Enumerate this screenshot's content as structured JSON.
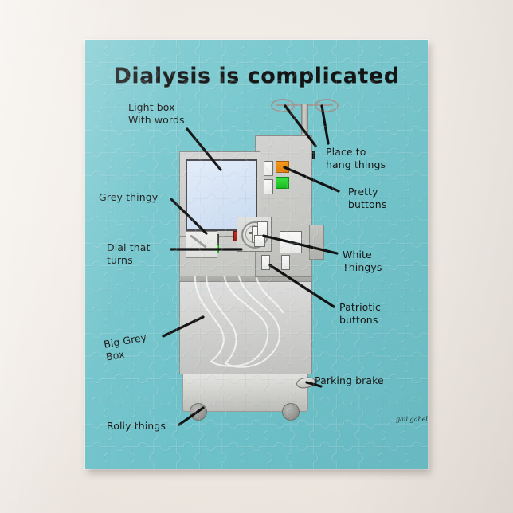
{
  "product": {
    "type": "jigsaw-puzzle",
    "background_color": "#efeae5"
  },
  "poster": {
    "background_color": "#74c6cd",
    "title": "Dialysis is complicated",
    "signature": "gail gabel",
    "subject": "dialysis machine illustration"
  },
  "labels": [
    {
      "id": "light-box",
      "text": "Light box\nWith words"
    },
    {
      "id": "grey-thingy",
      "text": "Grey thingy"
    },
    {
      "id": "dial-that-turns",
      "text": "Dial that\nturns"
    },
    {
      "id": "big-grey-box",
      "text": "Big Grey\nBox"
    },
    {
      "id": "rolly-things",
      "text": "Rolly things"
    },
    {
      "id": "place-to-hang",
      "text": "Place to\nhang things"
    },
    {
      "id": "pretty-buttons",
      "text": "Pretty\nbuttons"
    },
    {
      "id": "white-thingys",
      "text": "White\nThingys"
    },
    {
      "id": "patriotic-buttons",
      "text": "Patriotic\nbuttons"
    },
    {
      "id": "parking-brake",
      "text": "Parking brake"
    }
  ],
  "machine": {
    "screen_color": "#d4e2f4",
    "body_color": "#cfcfcd",
    "accent_colors": {
      "red_button": "#c62b24",
      "green_square": "#2fc935",
      "orange_square": "#e8860e",
      "dark_bar": "#4f4f4c"
    },
    "patriotic_buttons": [
      {
        "name": "red-port",
        "color": "#d42b22"
      },
      {
        "name": "white-port",
        "color": "#f2f2f0"
      },
      {
        "name": "blue-port",
        "color": "#1c3fd4"
      },
      {
        "name": "empty-port-1",
        "color": "#efefed"
      },
      {
        "name": "empty-port-2",
        "color": "#efefed"
      }
    ]
  }
}
